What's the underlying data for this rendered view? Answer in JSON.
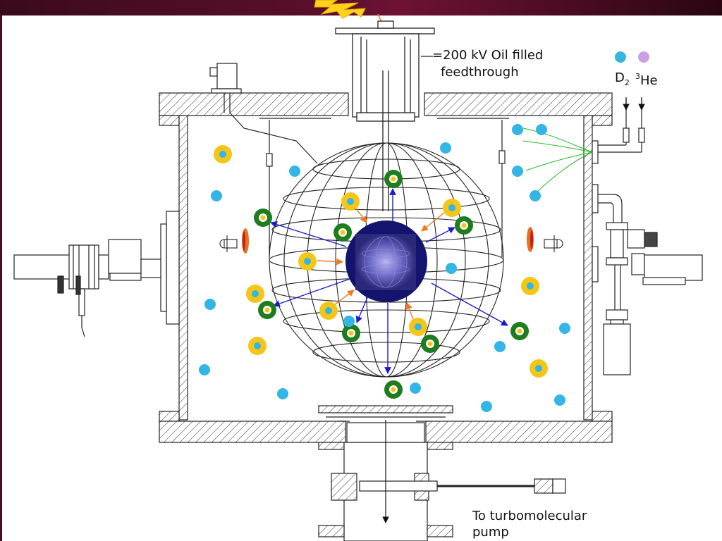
{
  "labels": {
    "feedthrough_line1": "=200 kV Oil filled",
    "feedthrough_line2": "feedthrough",
    "gas_d": "D",
    "gas_d_sub": "2",
    "gas_he_sup": "3",
    "gas_he": "He",
    "pump_line1": "To turbomolecular",
    "pump_line2": "pump"
  },
  "colors": {
    "header": "#5a0f2c",
    "deuterium": "#33b5e5",
    "helium3": "#c9a0e8",
    "ion_ring_yellow": "#f5c518",
    "ion_ring_green": "#1e7d1e",
    "arrow_blue": "#1a1acc",
    "arrow_orange": "#f07a20",
    "cathode": "#14146e",
    "gas_lines": "#22bb22",
    "spark": "#ffd21e"
  },
  "icons": [
    "spark-icon",
    "plasma-cathode",
    "ion-source-lamp"
  ]
}
